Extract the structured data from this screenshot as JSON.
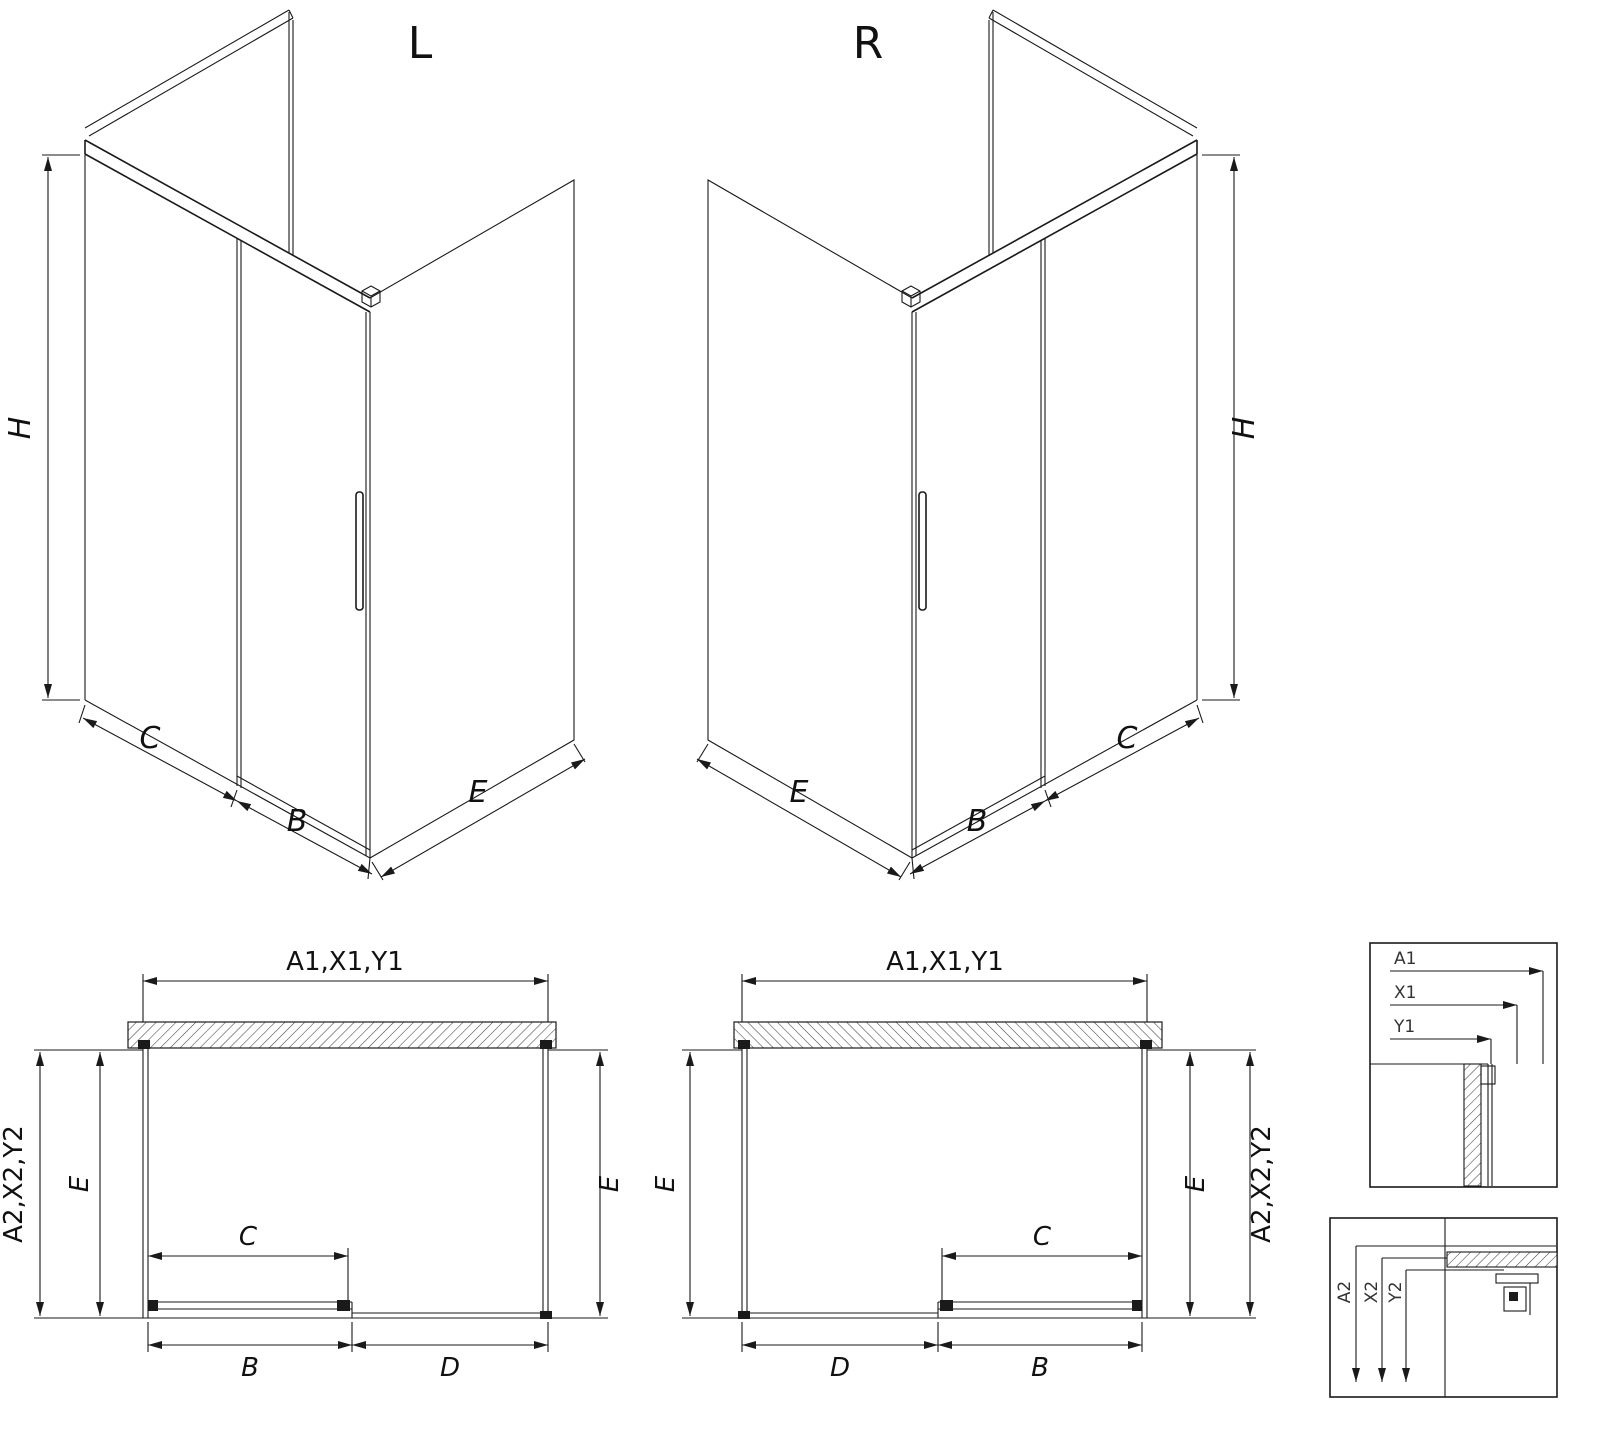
{
  "iso_left": {
    "title": "L",
    "dim_height": "H",
    "dim_c": "C",
    "dim_b": "B",
    "dim_e": "E"
  },
  "iso_right": {
    "title": "R",
    "dim_height": "H",
    "dim_c": "C",
    "dim_b": "B",
    "dim_e": "E"
  },
  "plan_left": {
    "dim_top": "A1,X1,Y1",
    "dim_side_outer": "A2,X2,Y2",
    "dim_e_left": "E",
    "dim_e_right": "E",
    "dim_c": "C",
    "dim_b": "B",
    "dim_d": "D"
  },
  "plan_right": {
    "dim_top": "A1,X1,Y1",
    "dim_side_outer": "A2,X2,Y2",
    "dim_e_left": "E",
    "dim_e_right": "E",
    "dim_c": "C",
    "dim_b": "B",
    "dim_d": "D"
  },
  "detail_top": {
    "dim_a": "A1",
    "dim_x": "X1",
    "dim_y": "Y1"
  },
  "detail_bottom": {
    "dim_a": "A2",
    "dim_x": "X2",
    "dim_y": "Y2"
  },
  "colors": {
    "line": "#1a1a1a",
    "background": "#ffffff"
  }
}
